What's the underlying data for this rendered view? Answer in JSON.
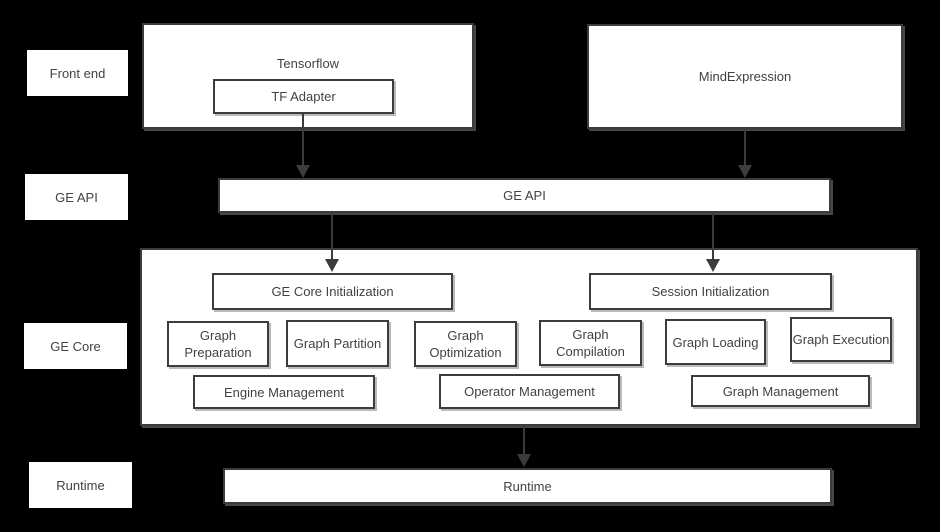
{
  "palette": {
    "background": "#000000",
    "box_fill": "#ffffff",
    "border": "#3c3c3c",
    "text": "#424242"
  },
  "rail": {
    "front_end": "Front end",
    "ge_api": "GE API",
    "ge_core": "GE Core",
    "runtime": "Runtime"
  },
  "front_end_row": {
    "tensorflow_label": "Tensorflow",
    "tf_adapter_label": "TF Adapter",
    "mind_expression_label": "MindExpression"
  },
  "ge_api_row": {
    "bar_label": "GE API"
  },
  "ge_core_box": {
    "init_left": "GE Core Initialization",
    "init_right": "Session Initialization",
    "modules": [
      {
        "label": "Graph Preparation"
      },
      {
        "label": "Graph Partition"
      },
      {
        "label": "Graph Optimization"
      },
      {
        "label": "Graph Compilation"
      },
      {
        "label": "Graph Loading"
      },
      {
        "label": "Graph Execution"
      }
    ],
    "management": [
      {
        "label": "Engine Management"
      },
      {
        "label": "Operator Management"
      },
      {
        "label": "Graph Management"
      }
    ]
  },
  "runtime_row": {
    "bar_label": "Runtime"
  }
}
